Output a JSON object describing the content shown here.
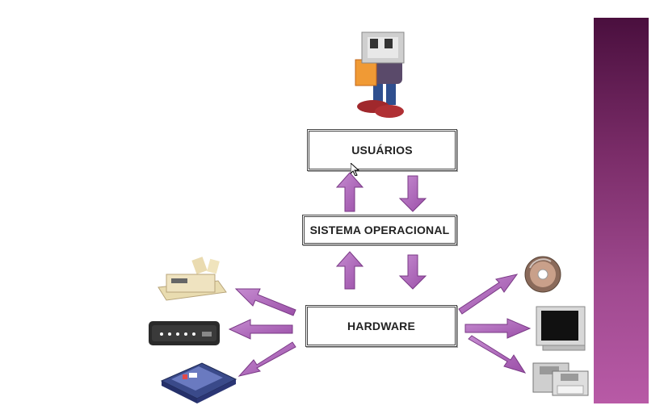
{
  "diagram": {
    "nodes": {
      "users": "USUÁRIOS",
      "os": "SISTEMA OPERACIONAL",
      "hardware": "HARDWARE"
    },
    "arrow_color": "#b06ab8",
    "arrow_stroke": "#7a3a86",
    "sidebar_color": "#7a2c68",
    "devices_left": [
      "printer-icon",
      "modem-icon",
      "scanner-icon"
    ],
    "devices_right": [
      "cd-icon",
      "monitor-icon",
      "floppy-disks-icon"
    ]
  }
}
